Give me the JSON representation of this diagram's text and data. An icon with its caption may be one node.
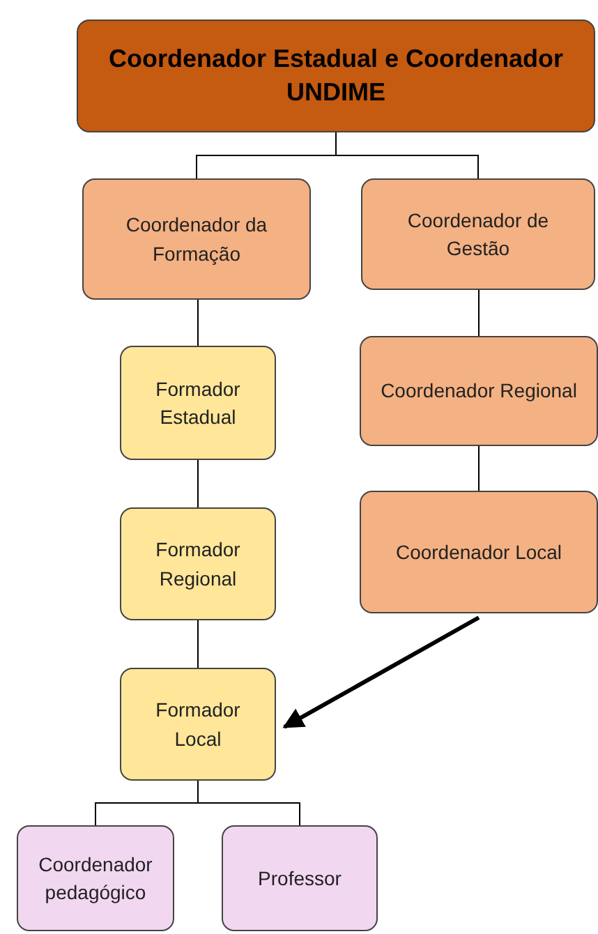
{
  "diagram": {
    "nodes": [
      {
        "text": [
          "Coordenador Estadual e Coordenador UNDIME"
        ]
      },
      {
        "text": [
          "Coordenador da Formação"
        ]
      },
      {
        "text": [
          "Coordenador de Gestão"
        ]
      },
      {
        "text": [
          "Formador Estadual"
        ]
      },
      {
        "text": [
          "Coordenador Regional"
        ]
      },
      {
        "text": [
          "Formador Regional"
        ]
      },
      {
        "text": [
          "Coordenador Local"
        ]
      },
      {
        "text": [
          "Formador Local"
        ]
      },
      {
        "text": [
          "Coordenador pedagógico"
        ]
      },
      {
        "text": [
          "Professor"
        ]
      }
    ],
    "edges": [
      {
        "from": 0,
        "to": 1,
        "arrow": "none"
      },
      {
        "from": 0,
        "to": 2,
        "arrow": "none"
      },
      {
        "from": 1,
        "to": 3,
        "arrow": "none"
      },
      {
        "from": 3,
        "to": 5,
        "arrow": "none"
      },
      {
        "from": 5,
        "to": 7,
        "arrow": "none"
      },
      {
        "from": 2,
        "to": 4,
        "arrow": "none"
      },
      {
        "from": 4,
        "to": 6,
        "arrow": "none"
      },
      {
        "from": 6,
        "to": 7,
        "arrow": "to",
        "style": "thick"
      },
      {
        "from": 7,
        "to": 8,
        "arrow": "none"
      },
      {
        "from": 7,
        "to": 9,
        "arrow": "none"
      }
    ]
  }
}
